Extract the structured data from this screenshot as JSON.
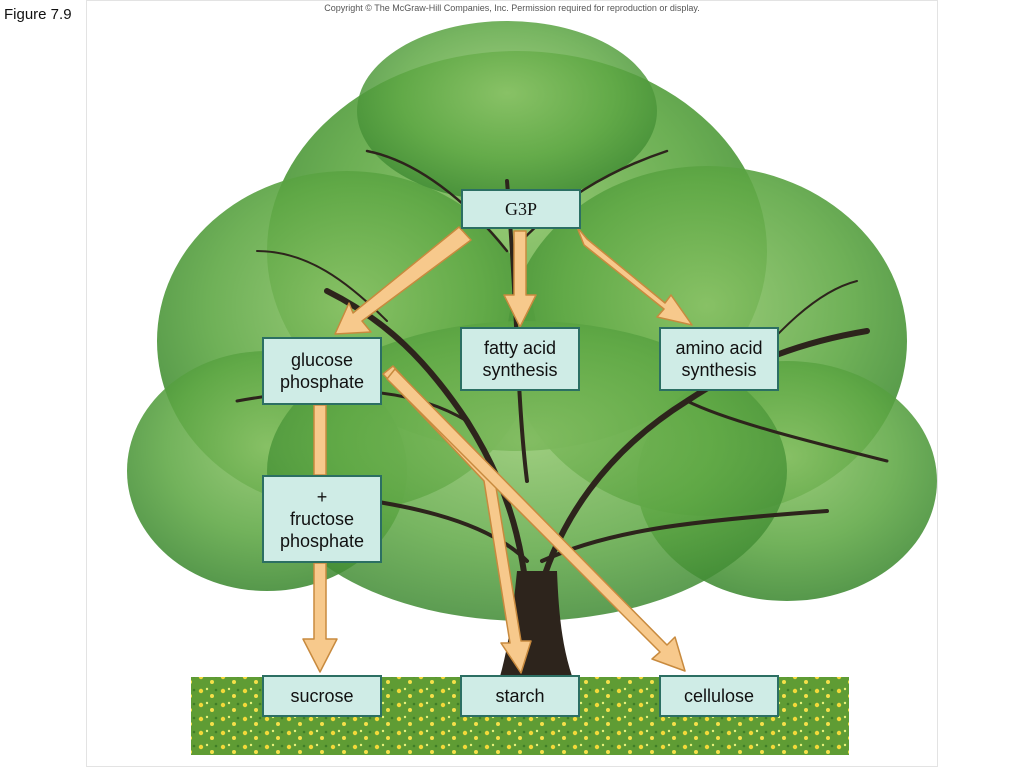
{
  "figure_label": "Figure 7.9",
  "copyright": "Copyright © The McGraw-Hill Companies, Inc. Permission required for reproduction or display.",
  "nodes": {
    "g3p": {
      "label": "G3P"
    },
    "glucose_phosphate": {
      "line1": "glucose",
      "line2": "phosphate"
    },
    "fatty_acid_synthesis": {
      "line1": "fatty acid",
      "line2": "synthesis"
    },
    "amino_acid_synthesis": {
      "line1": "amino acid",
      "line2": "synthesis"
    },
    "fructose_phosphate": {
      "plus": "+",
      "line1": "fructose",
      "line2": "phosphate"
    },
    "sucrose": {
      "label": "sucrose"
    },
    "starch": {
      "label": "starch"
    },
    "cellulose": {
      "label": "cellulose"
    }
  },
  "colors": {
    "box_fill": "#cfece6",
    "box_border": "#2c6f63",
    "arrow_fill": "#f7c98c",
    "arrow_stroke": "#c88a3e",
    "foliage": "#5fa845",
    "trunk": "#2d241c",
    "grass": "#6aa23a"
  }
}
